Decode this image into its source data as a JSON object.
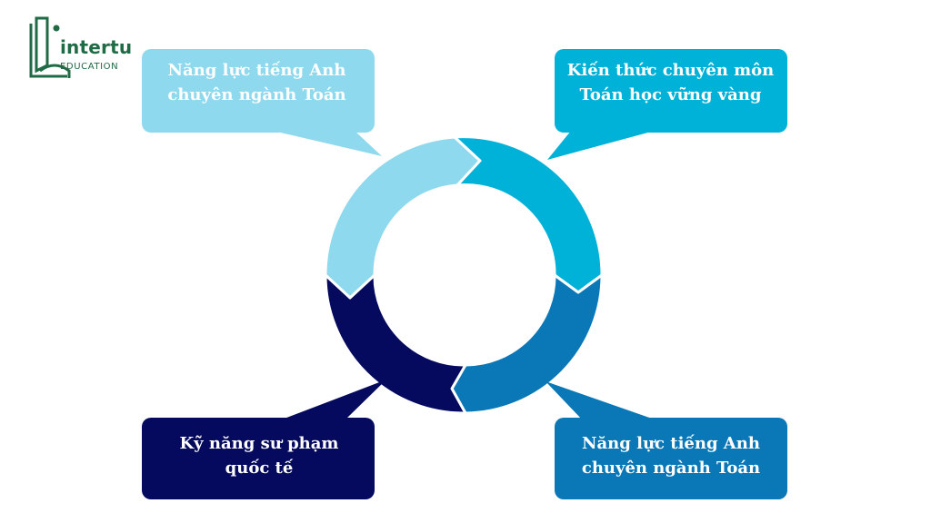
{
  "logo": {
    "name": "intertu",
    "tagline": "EDUCATION"
  },
  "colors": {
    "light": "#8fd9ee",
    "medium": "#00b1d8",
    "blue": "#0a78b7",
    "navy": "#050a5e",
    "logo_green": "#1f6b45"
  },
  "diagram": {
    "nodes": [
      {
        "position": "top-left",
        "line1": "Năng lực tiếng Anh",
        "line2": "chuyên ngành Toán"
      },
      {
        "position": "top-right",
        "line1": "Kiến thức chuyên môn",
        "line2": "Toán học vững vàng"
      },
      {
        "position": "bottom-right",
        "line1": "Năng lực tiếng Anh",
        "line2": "chuyên ngành Toán"
      },
      {
        "position": "bottom-left",
        "line1": "Kỹ năng sư phạm",
        "line2": "quốc tế"
      }
    ]
  }
}
